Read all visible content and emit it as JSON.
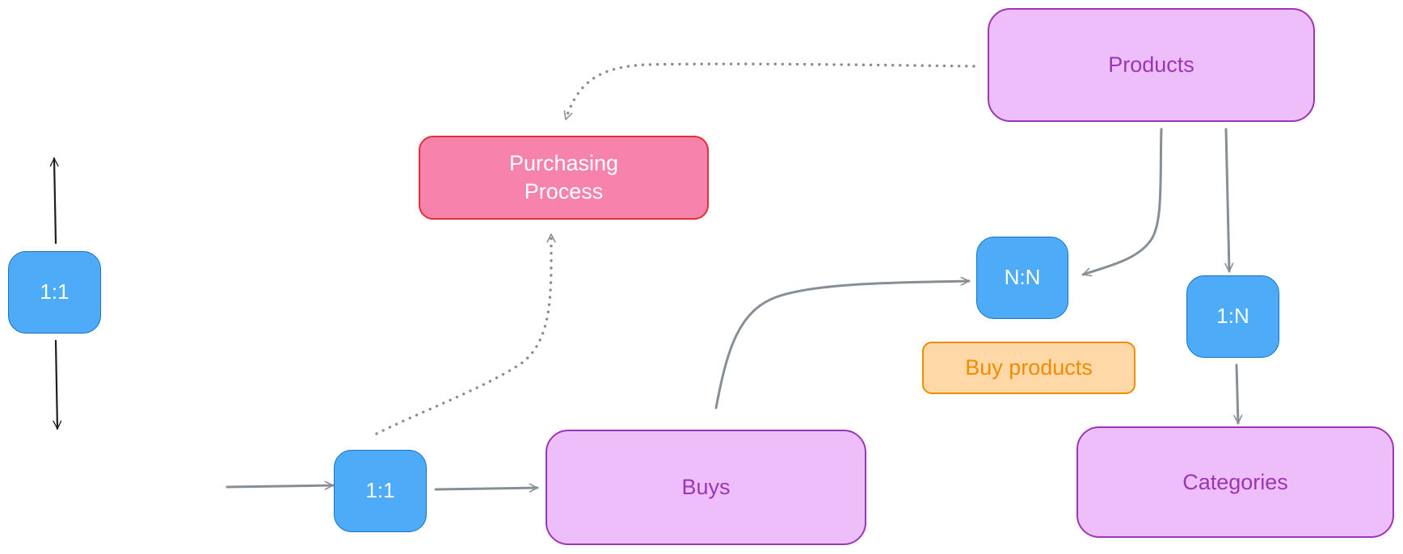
{
  "diagram": {
    "entities": {
      "products": "Products",
      "buys": "Buys",
      "categories": "Categories"
    },
    "process": {
      "purchasing": "Purchasing\nProcess"
    },
    "relationships": {
      "one_to_one_left": "1:1",
      "one_to_one_bottom": "1:1",
      "many_to_many": "N:N",
      "one_to_many": "1:N"
    },
    "annotations": {
      "buy_products": "Buy products"
    },
    "colors": {
      "entity_fill": "#eebefa",
      "entity_stroke": "#9c36b5",
      "relationship_fill": "#4dabf7",
      "relationship_stroke": "#1971c2",
      "process_fill": "#f783ac",
      "process_stroke": "#e03131",
      "annotation_fill": "#ffd8a8",
      "annotation_stroke": "#f08c00",
      "connector_gray": "#868e96",
      "connector_dark": "#1e1e1e"
    }
  }
}
